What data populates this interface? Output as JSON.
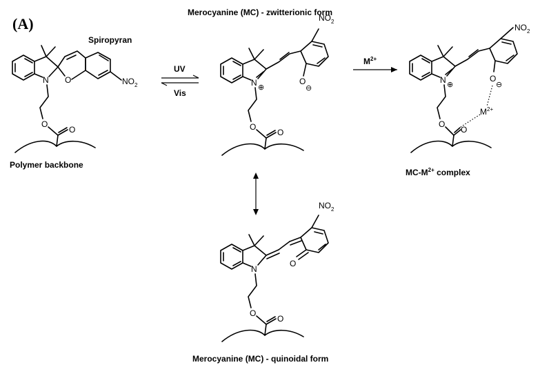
{
  "panel_label": "(A)",
  "titles": {
    "spiropyran": "Spiropyran",
    "mc_zwitterionic": "Merocyanine (MC) - zwitterionic form",
    "mc_quinoidal": "Merocyanine (MC) - quinoidal form",
    "polymer_backbone": "Polymer backbone",
    "complex": "MC-M",
    "complex_sup": "2+",
    "complex_suffix": " complex"
  },
  "arrows": {
    "forward": "UV",
    "reverse": "Vis",
    "metal": "M",
    "metal_sup": "2+"
  },
  "atoms": {
    "N": "N",
    "O": "O",
    "NO2": "NO",
    "NO2_sub": "2",
    "plus": "⊕",
    "minus": "⊖",
    "M": "M",
    "M_sup": "2+"
  }
}
